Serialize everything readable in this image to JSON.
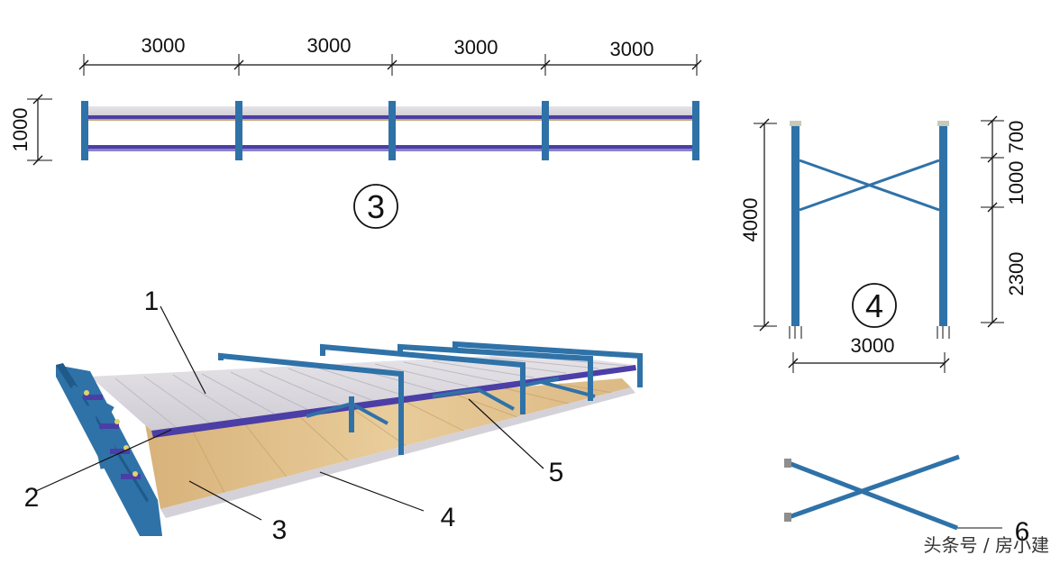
{
  "elevation": {
    "span_labels": [
      "3000",
      "3000",
      "3000",
      "3000"
    ],
    "height_label": "1000",
    "view_number": "3"
  },
  "frame": {
    "total_height_label": "4000",
    "segment_labels": [
      "700",
      "1000",
      "2300"
    ],
    "width_label": "3000",
    "view_number": "4"
  },
  "callouts": [
    "1",
    "2",
    "3",
    "4",
    "5",
    "6"
  ],
  "watermark": "头条号 / 房小建",
  "colors": {
    "steel_blue": "#2f72a8",
    "steel_dark": "#1f5a8a",
    "deck_purple": "#4b3ea6",
    "sheet_grey": "#d9d7dc",
    "wood": "#e3c28e",
    "dim_line": "#111111"
  }
}
